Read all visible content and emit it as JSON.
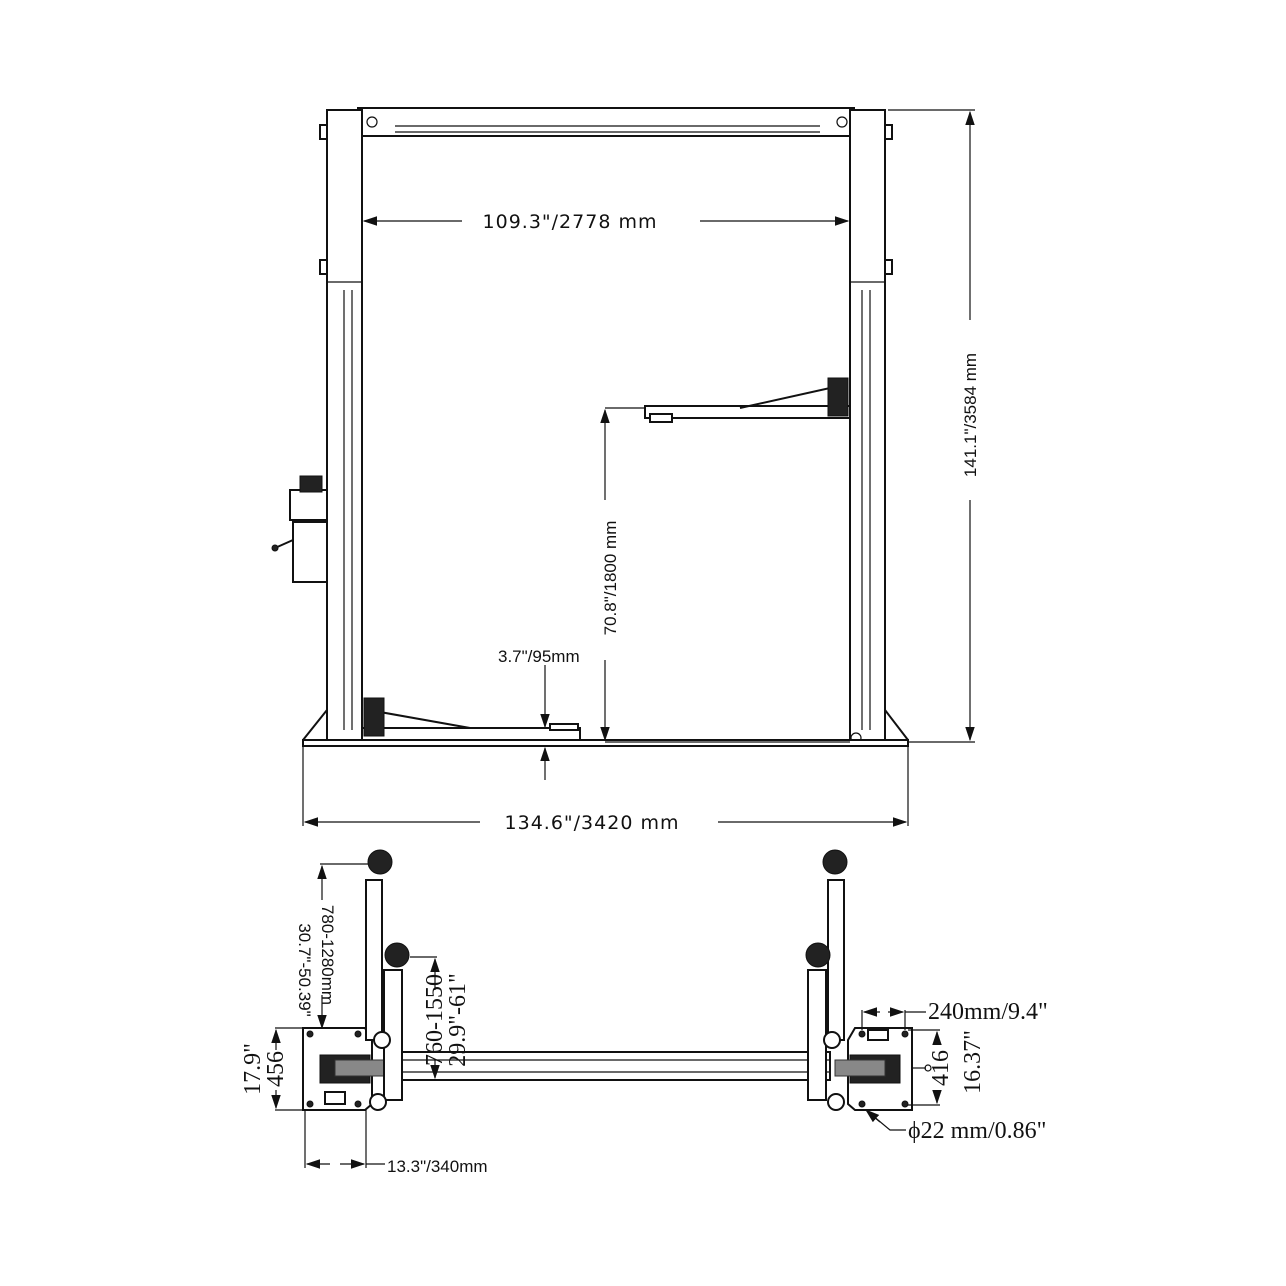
{
  "front_view": {
    "inner_width": "109.3\"/2778 mm",
    "total_height": "141.1\"/3584 mm",
    "max_lift_height": "70.8\"/1800 mm",
    "min_pad_height": "3.7\"/95mm",
    "overall_width": "134.6\"/3420 mm"
  },
  "top_view": {
    "long_arm_range_mm": "780-1280mm",
    "long_arm_range_in": "30.7\"-50.39\"",
    "short_arm_range_mm": "760-1550",
    "short_arm_range_in": "29.9\"-61\"",
    "base_depth_in": "17.9\"",
    "base_depth_mm": "456",
    "base_width": "13.3\"/340mm",
    "bolt_spacing": "240mm/9.4\"",
    "bolt_depth_mm": "416",
    "bolt_depth_in": "16.37\"",
    "anchor_diameter": "ϕ22 mm/0.86\""
  }
}
